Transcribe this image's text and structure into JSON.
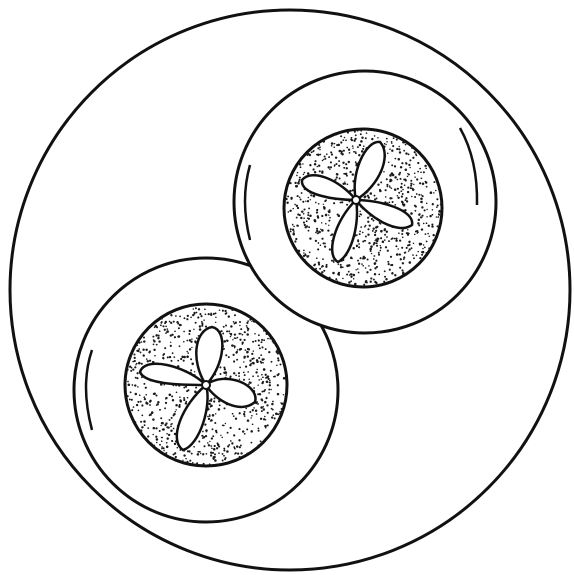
{
  "diagram": {
    "colors": {
      "line": "#111111",
      "background": "#ffffff",
      "stipple": "#1a1a1a"
    },
    "elements": [
      {
        "id": "outer-circle",
        "kind": "outer-membrane"
      },
      {
        "id": "cell-upper-right",
        "kind": "inner-cell"
      },
      {
        "id": "cell-lower-left",
        "kind": "inner-cell"
      }
    ]
  }
}
